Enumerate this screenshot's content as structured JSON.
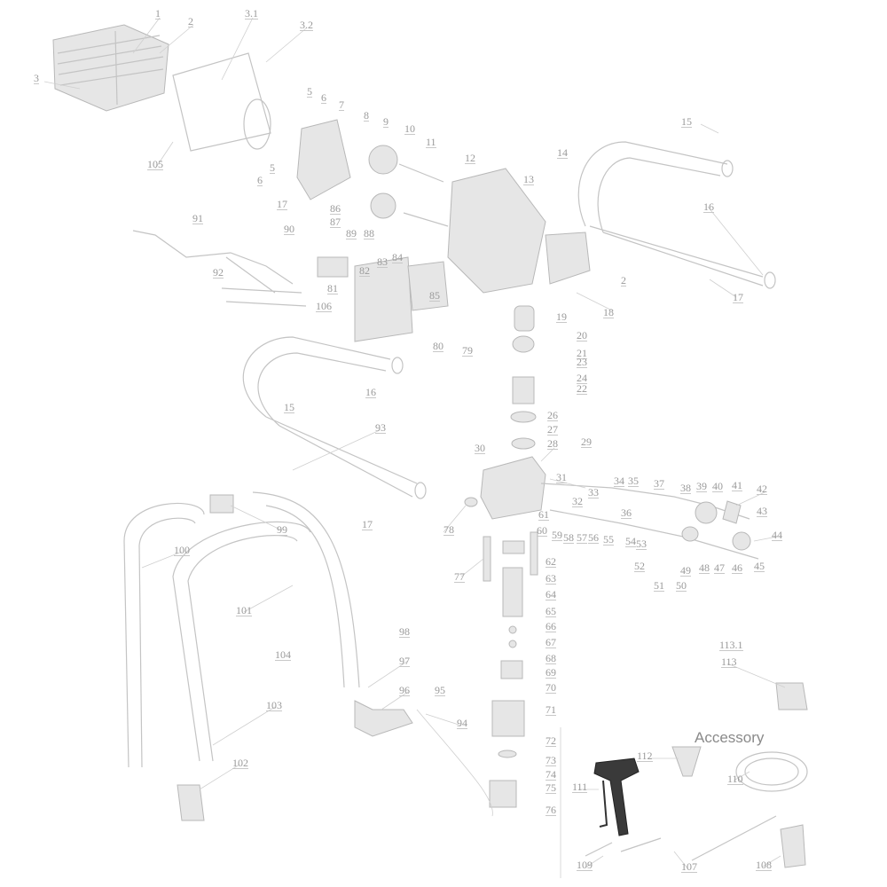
{
  "title": "Exploded parts diagram",
  "accessory_label": "Accessory",
  "part_labels": [
    "1",
    "2",
    "3.1",
    "3.2",
    "3",
    "5",
    "6",
    "7",
    "8",
    "9",
    "10",
    "11",
    "12",
    "13",
    "14",
    "15",
    "16",
    "17",
    "18",
    "19",
    "20",
    "21",
    "23",
    "24",
    "22",
    "26",
    "27",
    "28",
    "29",
    "30",
    "31",
    "32",
    "33",
    "34",
    "35",
    "36",
    "37",
    "38",
    "39",
    "40",
    "41",
    "42",
    "43",
    "44",
    "45",
    "46",
    "47",
    "48",
    "49",
    "50",
    "51",
    "52",
    "53",
    "54",
    "55",
    "56",
    "57",
    "58",
    "59",
    "60",
    "61",
    "62",
    "63",
    "64",
    "65",
    "66",
    "67",
    "68",
    "69",
    "70",
    "71",
    "72",
    "73",
    "74",
    "75",
    "76",
    "77",
    "78",
    "79",
    "80",
    "81",
    "82",
    "83",
    "84",
    "85",
    "86",
    "87",
    "88",
    "89",
    "90",
    "91",
    "92",
    "93",
    "94",
    "95",
    "96",
    "97",
    "98",
    "99",
    "100",
    "101",
    "102",
    "103",
    "104",
    "105",
    "106",
    "107",
    "108",
    "109",
    "110",
    "111",
    "112",
    "113",
    "113.1",
    "5",
    "6",
    "17",
    "15",
    "16",
    "17",
    "2"
  ]
}
